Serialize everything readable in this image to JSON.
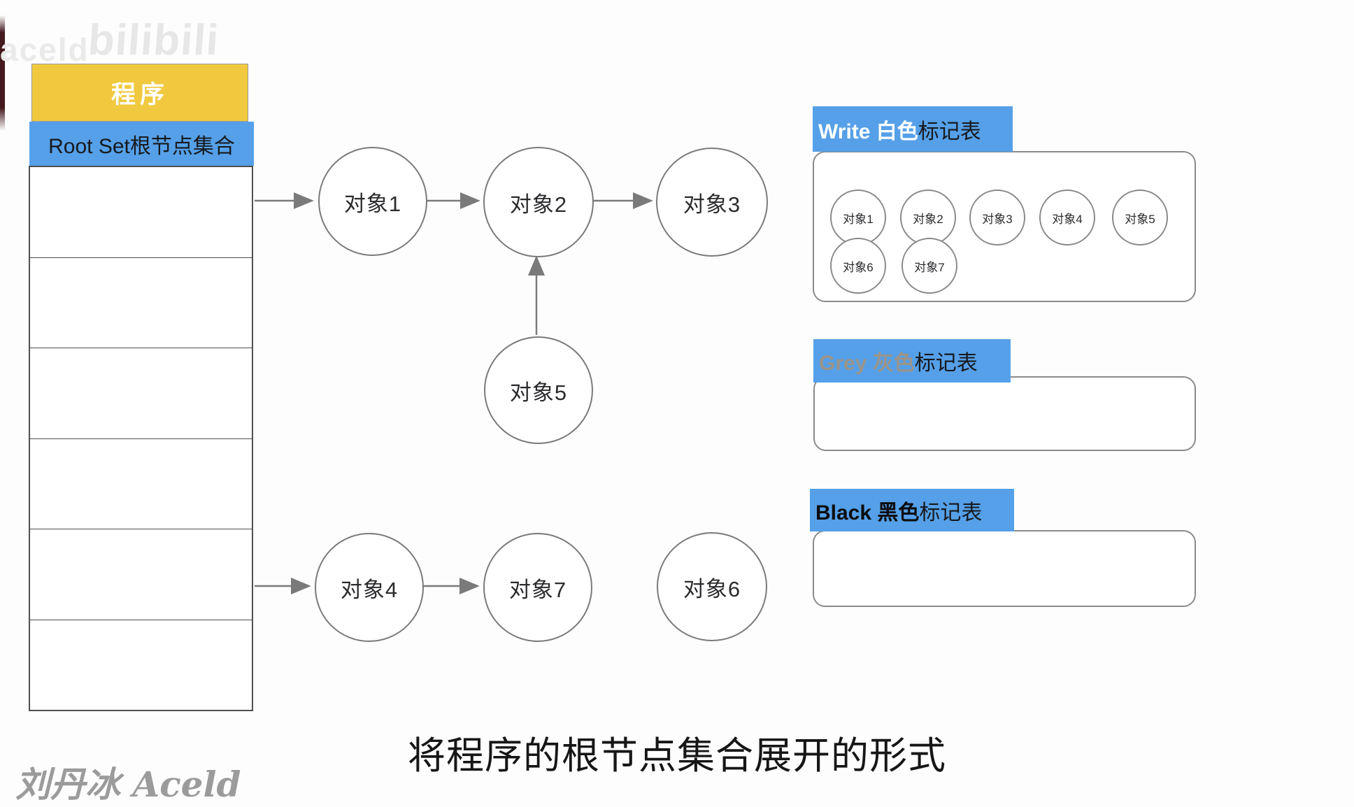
{
  "watermarks": {
    "brand_small": "aceld",
    "brand_logo": "bilibili",
    "signature": "刘丹冰 Aceld"
  },
  "program_stack": {
    "header": "程序",
    "root_label": "Root Set根节点集合"
  },
  "graph": {
    "nodes": [
      {
        "label": "对象1"
      },
      {
        "label": "对象2"
      },
      {
        "label": "对象3"
      },
      {
        "label": "对象5"
      },
      {
        "label": "对象4"
      },
      {
        "label": "对象7"
      },
      {
        "label": "对象6"
      }
    ]
  },
  "tables": {
    "white": {
      "prefix": "Write 白色",
      "suffix": "标记表",
      "items": [
        "对象1",
        "对象2",
        "对象3",
        "对象4",
        "对象5",
        "对象6",
        "对象7"
      ]
    },
    "grey": {
      "prefix": "Grey 灰色",
      "suffix": "标记表"
    },
    "black": {
      "prefix": "Black 黑色",
      "suffix": "标记表"
    }
  },
  "caption": "将程序的根节点集合展开的形式",
  "colors": {
    "accent_blue": "#55A0E8",
    "accent_yellow": "#F0C93F",
    "grey_label_text": "#9C9489"
  }
}
